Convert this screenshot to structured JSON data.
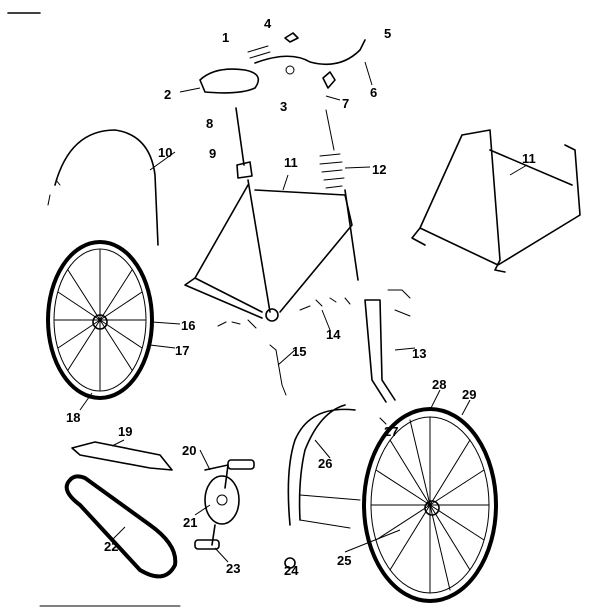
{
  "diagram": {
    "type": "exploded parts diagram",
    "labels": [
      "1",
      "2",
      "3",
      "4",
      "5",
      "6",
      "7",
      "8",
      "9",
      "10",
      "11",
      "11",
      "12",
      "13",
      "14",
      "15",
      "16",
      "17",
      "18",
      "19",
      "20",
      "21",
      "22",
      "23",
      "24",
      "25",
      "26",
      "27",
      "28",
      "29"
    ]
  }
}
